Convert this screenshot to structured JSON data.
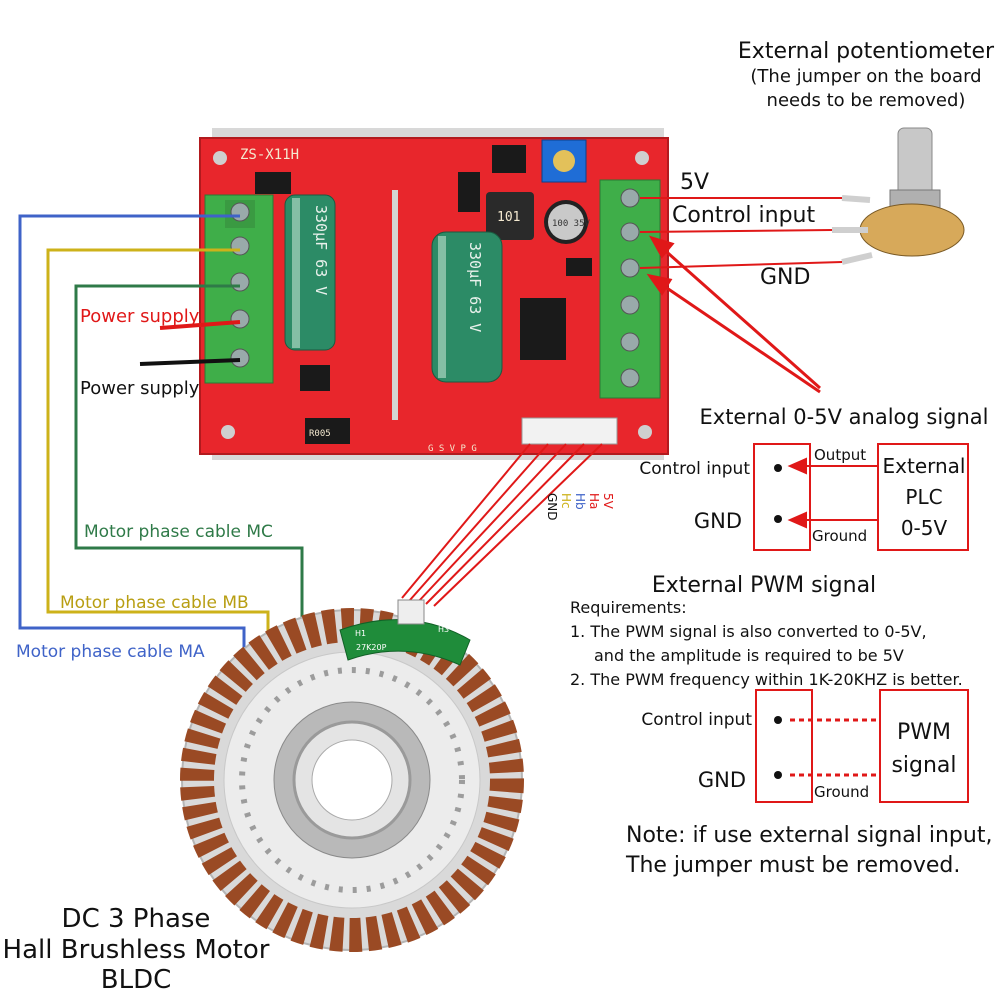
{
  "board": {
    "model": "ZS-X11H",
    "capacitor_1": "330μF 63 V",
    "capacitor_2": "330μF 63 V",
    "capacitor_3": "100 35V",
    "inductor": "101",
    "resistor": "R005",
    "bottom_pins": "G S V P G",
    "hall_pins": [
      "5V",
      "Ha",
      "Hb",
      "Hc",
      "GND"
    ]
  },
  "left_labels": {
    "power_supply_red": "Power supply",
    "power_supply_black": "Power supply",
    "motor_mc": "Motor phase cable MC",
    "motor_mb": "Motor phase cable MB",
    "motor_ma": "Motor phase cable MA"
  },
  "potentiometer": {
    "title": "External potentiometer",
    "note_line1": "(The jumper on the board",
    "note_line2": "needs to be removed)",
    "label_5v": "5V",
    "label_control": "Control input",
    "label_gnd": "GND"
  },
  "analog": {
    "title": "External 0-5V analog signal",
    "control_input": "Control input",
    "gnd": "GND",
    "output": "Output",
    "ground": "Ground",
    "box_line1": "External",
    "box_line2": "PLC",
    "box_line3": "0-5V"
  },
  "pwm": {
    "title": "External PWM signal",
    "requirements": "Requirements:",
    "req1_line1": "1. The PWM signal is also converted to 0-5V,",
    "req1_line2": "and the amplitude is required to be 5V",
    "req2": "2. The PWM frequency within 1K-20KHZ is better.",
    "control_input": "Control input",
    "gnd": "GND",
    "ground": "Ground",
    "box_line1": "PWM",
    "box_line2": "signal"
  },
  "note": {
    "line1": "Note:  if use external signal input,",
    "line2": "The jumper must be removed."
  },
  "motor": {
    "line1": "DC 3 Phase",
    "line2": "Hall Brushless Motor",
    "line3": "BLDC",
    "hall_board_label": "27K20P",
    "hall_h1": "H1",
    "hall_h3": "H3"
  },
  "colors": {
    "pcb_red": "#e8262c",
    "terminal_green": "#3fae49",
    "wire_red": "#e01818",
    "wire_blue": "#3f63c8",
    "wire_yellow": "#cdb21a",
    "wire_green": "#2f7a48",
    "copper": "#9a4a24"
  }
}
